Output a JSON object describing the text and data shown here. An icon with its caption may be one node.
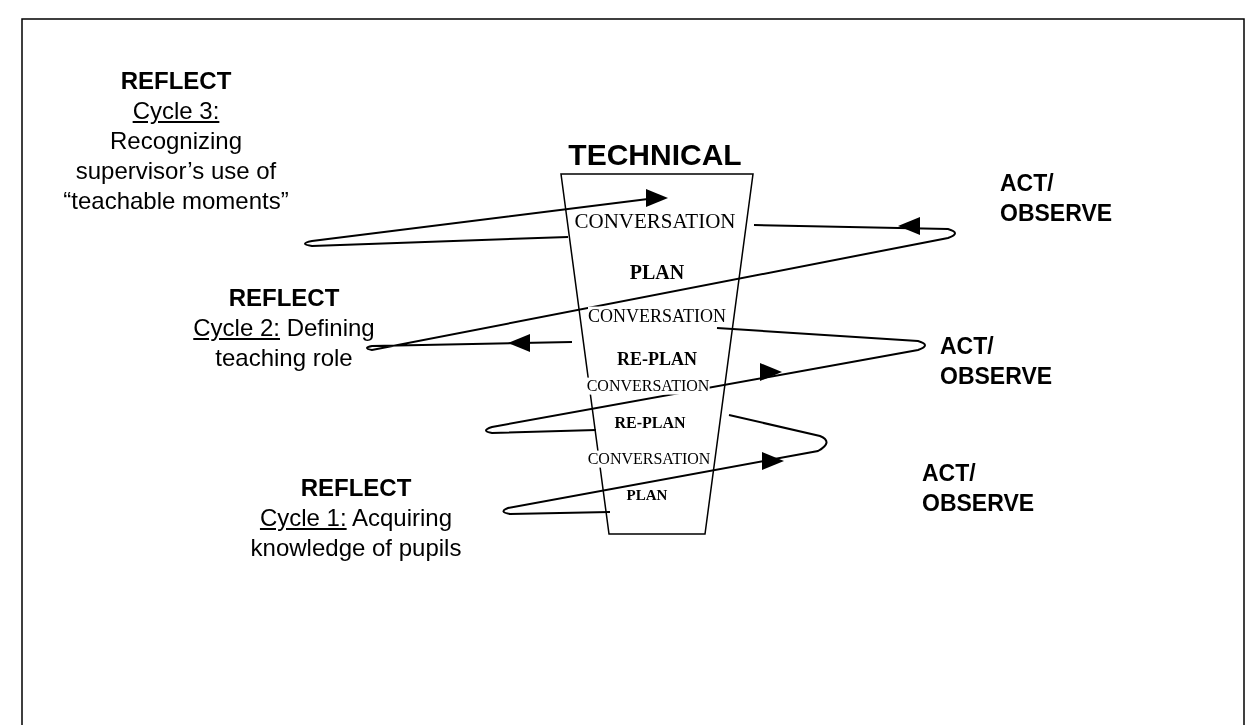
{
  "diagram": {
    "nodes": [
      {
        "text": [
          "TECHNICAL",
          "CONVERSATION",
          "PLAN",
          "CONVERSATION",
          "RE-PLAN",
          "CONVERSATION",
          "RE-PLAN",
          "CONVERSATION",
          "PLAN"
        ]
      }
    ],
    "labels": [
      "REFLECT",
      "Cycle 3:",
      "Recognizing supervisor’s use of “teachable moments”",
      "ACT/ OBSERVE",
      "REFLECT",
      "Cycle 2:",
      "Defining teaching role",
      "ACT/ OBSERVE",
      "REFLECT",
      "Cycle 1:",
      "Acquiring knowledge of pupils",
      "ACT/ OBSERVE"
    ]
  }
}
